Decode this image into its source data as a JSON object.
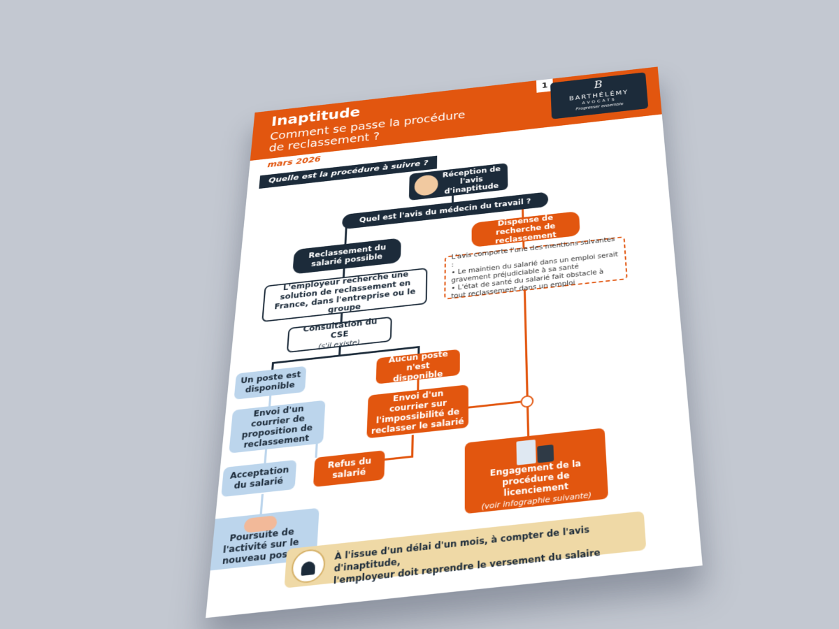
{
  "header": {
    "title": "Inaptitude",
    "subtitle_line1": "Comment se passe la procédure",
    "subtitle_line2": "de reclassement ?",
    "date": "mars 2026",
    "page_number": "1"
  },
  "logo": {
    "mark": "B",
    "name": "BARTHÉLÉMY",
    "sub": "AVOCATS",
    "tagline": "Progresser ensemble"
  },
  "question": "Quelle est la procédure à suivre ?",
  "nodes": {
    "reception": "Réception de l'avis d'inaptitude",
    "avis_medecin": "Quel est l'avis du médecin du travail ?",
    "reclassement_possible": "Reclassement du salarié possible",
    "dispense": "Dispense de recherche de reclassement",
    "dispense_detail_intro": "L'avis comporte l'une des mentions suivantes :",
    "dispense_detail_item1": "Le maintien du salarié dans un emploi serait gravement préjudiciable à sa santé",
    "dispense_detail_item2": "L'état de santé du salarié fait obstacle à tout reclassement dans un emploi",
    "employeur_recherche": "L'employeur recherche une solution de reclassement en France, dans l'entreprise ou le groupe",
    "consultation_cse": "Consultation du CSE",
    "consultation_cse_sub": "(s'il existe)",
    "poste_disponible": "Un poste est disponible",
    "aucun_poste": "Aucun poste n'est disponible",
    "envoi_proposition": "Envoi d'un courrier de proposition de reclassement",
    "envoi_impossibilite": "Envoi d'un courrier sur l'impossibilité de reclasser le salarié",
    "acceptation": "Acceptation du salarié",
    "refus": "Refus du salarié",
    "poursuite": "Poursuite de l'activité sur le nouveau poste",
    "engagement": "Engagement de la procédure de licenciement",
    "engagement_sub": "(voir infographie suivante)"
  },
  "footer": {
    "line1": "À l'issue d'un délai d'un mois, à compter de l'avis d'inaptitude,",
    "line2": "l'employeur doit reprendre le versement du salaire"
  },
  "colors": {
    "orange": "#e2560f",
    "navy": "#1c2b3a",
    "light_blue": "#bcd5ec",
    "beige": "#efd9a6",
    "background": "#c3c8d1"
  }
}
